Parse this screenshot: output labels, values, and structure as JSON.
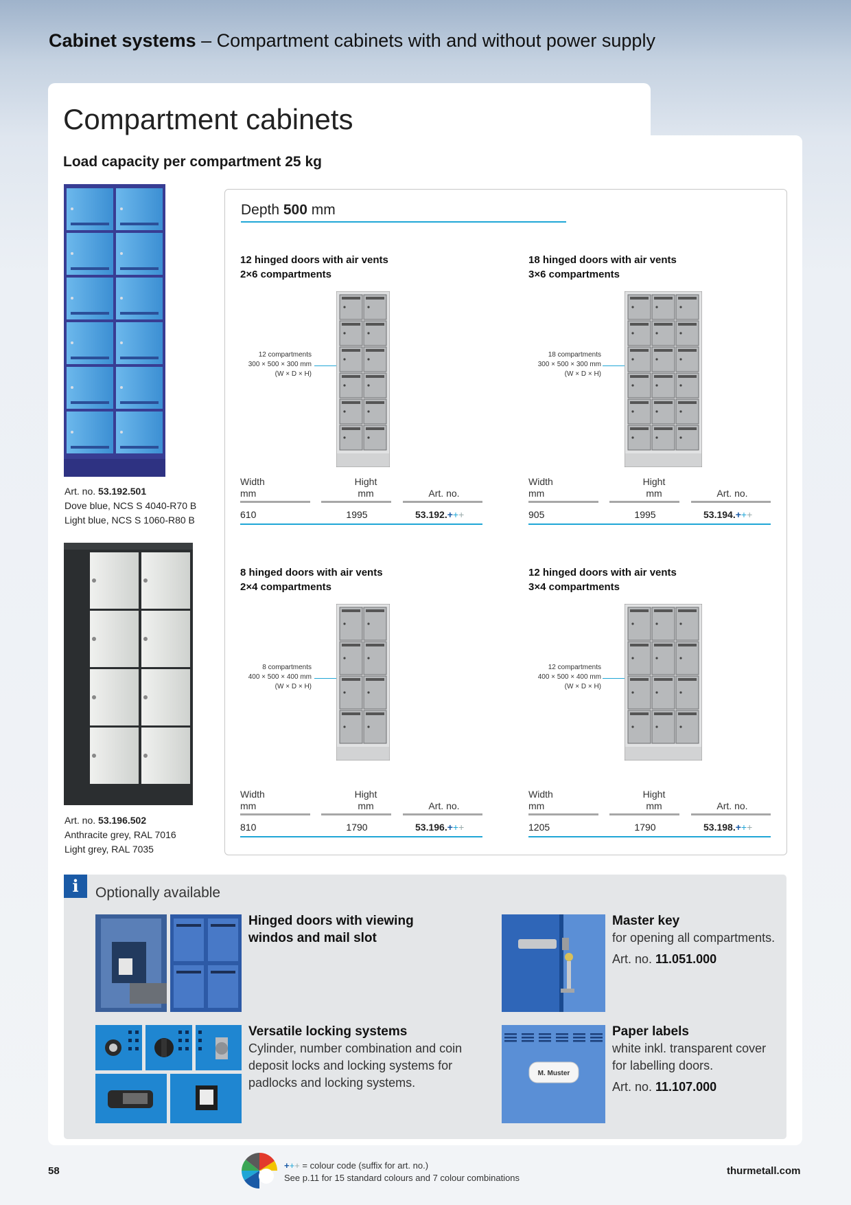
{
  "header": {
    "bold": "Cabinet systems",
    "rest": " – Compartment cabinets with and without power supply"
  },
  "title": "Compartment cabinets",
  "load_capacity": "Load capacity per compartment 25 kg",
  "products": [
    {
      "art_label": "Art. no.",
      "art_no": "53.192.501",
      "line1": "Dove blue, NCS S 4040-R70 B",
      "line2": "Light blue, NCS S 1060-R80 B"
    },
    {
      "art_label": "Art. no.",
      "art_no": "53.196.502",
      "line1": "Anthracite grey, RAL 7016",
      "line2": "Light grey, RAL 7035"
    }
  ],
  "depth": {
    "prefix": "Depth ",
    "value": "500",
    "unit": " mm"
  },
  "variants": [
    {
      "title1": "12 hinged doors with air vents",
      "title2": "2×6 compartments",
      "callout": [
        "12 compartments",
        "300 × 500 × 300 mm",
        "(W × D × H)"
      ],
      "cols": 2,
      "rows": 6,
      "width_label": "Width",
      "width_unit": "mm",
      "height_label": "Hight",
      "height_unit": "mm",
      "art_label": "Art. no.",
      "width": "610",
      "height": "1995",
      "art": "53.192."
    },
    {
      "title1": "18 hinged doors with air vents",
      "title2": "3×6 compartments",
      "callout": [
        "18 compartments",
        "300 × 500 × 300 mm",
        "(W × D × H)"
      ],
      "cols": 3,
      "rows": 6,
      "width_label": "Width",
      "width_unit": "mm",
      "height_label": "Hight",
      "height_unit": "mm",
      "art_label": "Art. no.",
      "width": "905",
      "height": "1995",
      "art": "53.194."
    },
    {
      "title1": "8 hinged doors with air vents",
      "title2": "2×4 compartments",
      "callout": [
        "8 compartments",
        "400 × 500 × 400 mm",
        "(W × D × H)"
      ],
      "cols": 2,
      "rows": 4,
      "width_label": "Width",
      "width_unit": "mm",
      "height_label": "Hight",
      "height_unit": "mm",
      "art_label": "Art. no.",
      "width": "810",
      "height": "1790",
      "art": "53.196."
    },
    {
      "title1": "12 hinged doors with air vents",
      "title2": "3×4 compartments",
      "callout": [
        "12 compartments",
        "400 × 500 × 400 mm",
        "(W × D × H)"
      ],
      "cols": 3,
      "rows": 4,
      "width_label": "Width",
      "width_unit": "mm",
      "height_label": "Hight",
      "height_unit": "mm",
      "art_label": "Art. no.",
      "width": "1205",
      "height": "1790",
      "art": "53.198."
    }
  ],
  "optional": {
    "title": "Optionally available",
    "info_icon": "i",
    "items": [
      {
        "h": "Hinged doors with viewing windos and mail slot"
      },
      {
        "h": "Versatile locking systems",
        "p": "Cylinder, number combination and coin deposit locks and locking systems for padlocks and locking systems."
      },
      {
        "h": "Master key",
        "p": "for opening all compartments.",
        "art_label": "Art. no. ",
        "art": "11.051.000"
      },
      {
        "h": "Paper labels",
        "p": "white inkl. transparent cover for labelling doors.",
        "art_label": "Art. no. ",
        "art": "11.107.000",
        "label_text": "M. Muster"
      }
    ]
  },
  "footer": {
    "page": "58",
    "url": "thurmetall.com",
    "legend1": " = colour code (suffix for art. no.)",
    "legend2": "See p.11 for 15 standard colours and 7 colour combinations"
  },
  "colors": {
    "accent": "#1fa6d6",
    "dark_blue": "#1a5aa6",
    "dove_blue": "#3a3f97",
    "light_blue": "#5ba6e0"
  }
}
